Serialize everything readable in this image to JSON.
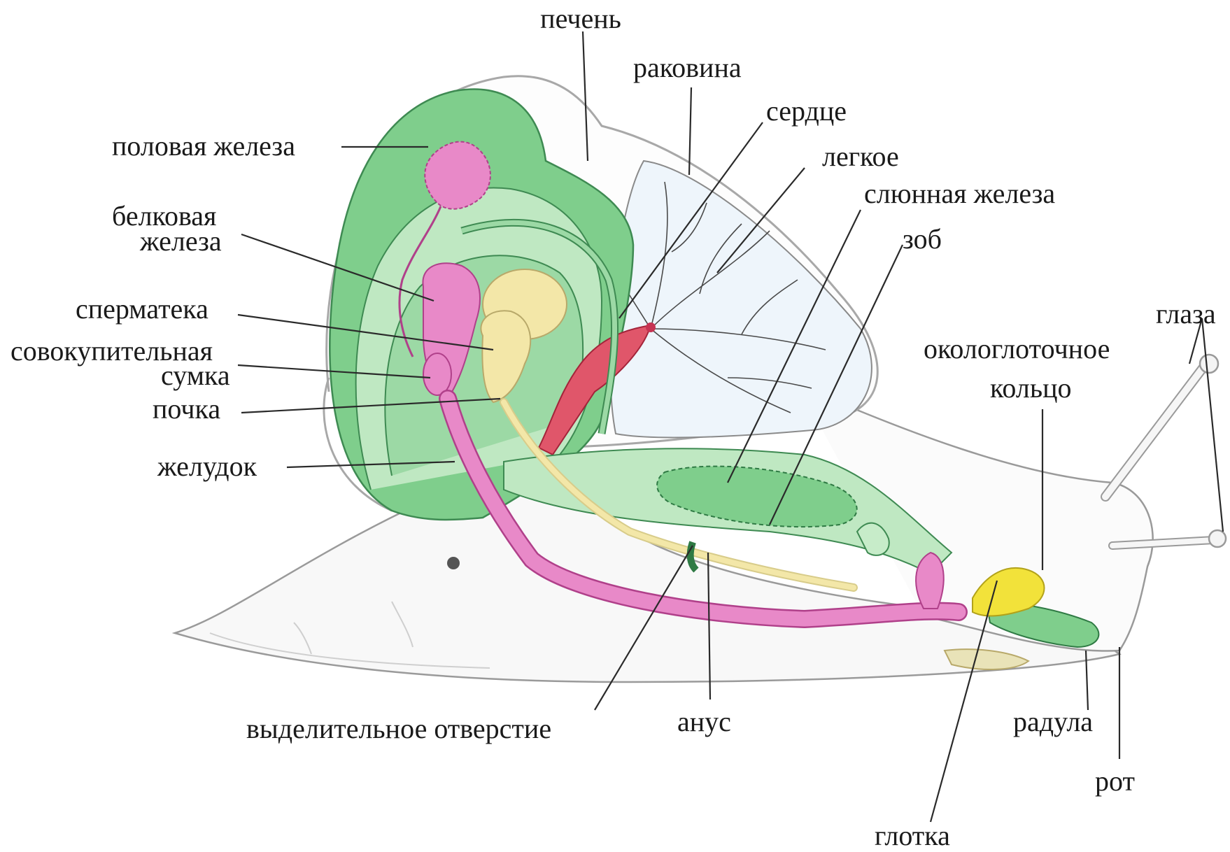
{
  "labels": {
    "liver": "печень",
    "shell": "раковина",
    "heart": "сердце",
    "lung": "легкое",
    "salivary_gland": "слюнная железа",
    "crop": "зоб",
    "eyes": "глаза",
    "nerve_ring_line1": "окологлоточное",
    "nerve_ring_line2": "кольцо",
    "gonad": "половая железа",
    "albumen_gland_line1": "белковая",
    "albumen_gland_line2": "железа",
    "spermatheca": "сперматека",
    "copulatory_bursa_line1": "совокупительная",
    "copulatory_bursa_line2": "сумка",
    "kidney": "почка",
    "stomach": "желудок",
    "excretory_pore": "выделительное отверстие",
    "anus": "анус",
    "radula": "радула",
    "mouth": "рот",
    "pharynx": "глотка"
  },
  "colors": {
    "liver_green": "#7fce8c",
    "light_green": "#bfe8c2",
    "reproductive_pink": "#e889c8",
    "albumen_yellow": "#f3e7a8",
    "heart_red": "#e0566a",
    "nerve_yellow": "#f2e23a",
    "body_outline": "#9a9a9a",
    "lung_vessels": "#4a4a4a"
  }
}
